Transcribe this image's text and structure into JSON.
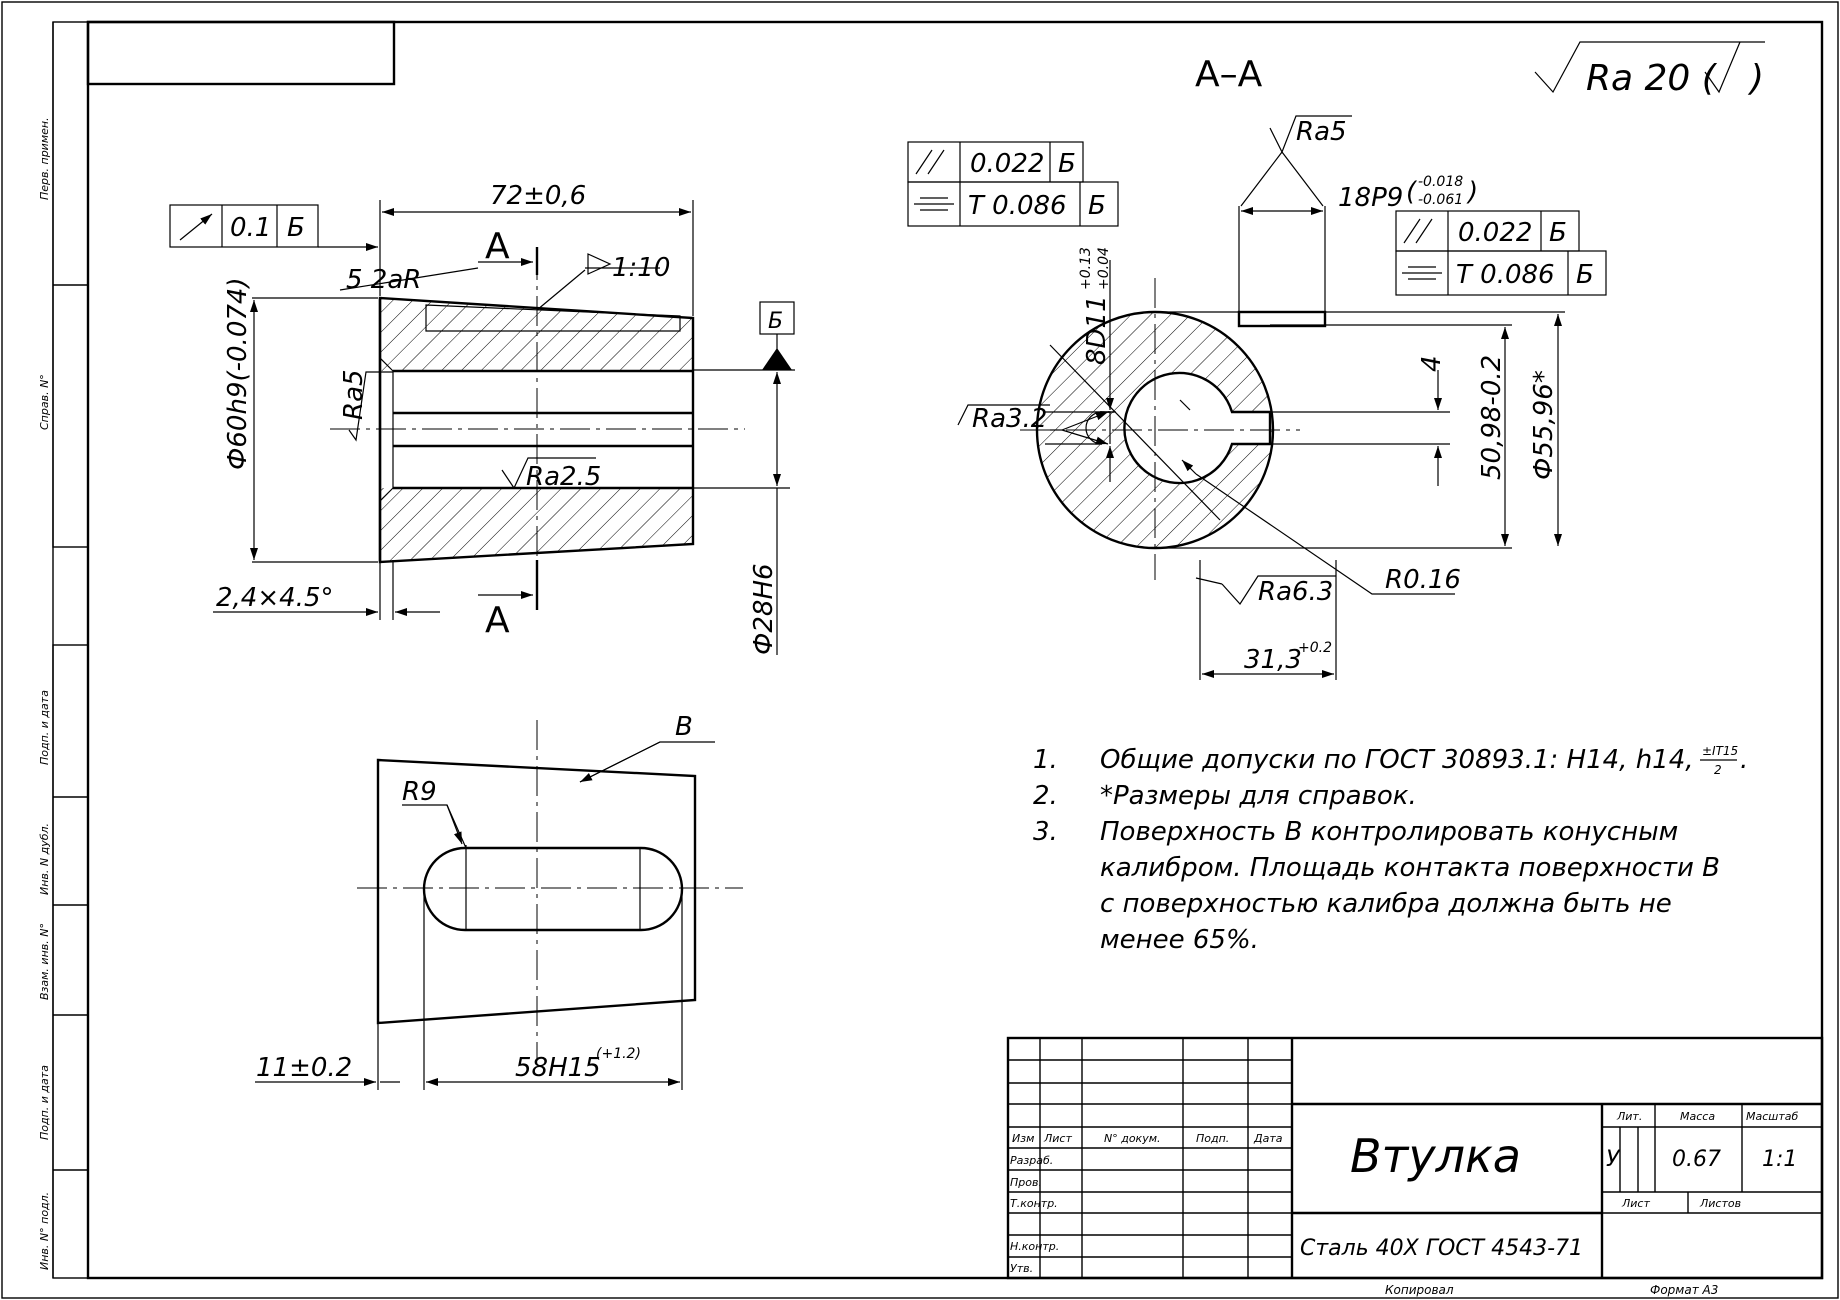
{
  "section": {
    "title": "А–А"
  },
  "roughness": {
    "general": "Ra 20 (",
    "bore_plain": "Ra5",
    "bore_left": "Ra3.2",
    "key_side": "Ra6.3",
    "bore_front": "Ra5",
    "inner_bottom": "Ra2.5"
  },
  "front_view": {
    "length": "72±0,6",
    "chamfer_note": "5 2aR",
    "cut_label": "А",
    "taper": "1:10",
    "datum": "Б",
    "runout_value": "0.1",
    "runout_datum": "Б",
    "outer_diameter": "Ф60h9(-0.074)",
    "bore_diameter": "Ф28Н6",
    "chamfer": "2,4×4.5°"
  },
  "section_view": {
    "fcf1": {
      "value": "0.022",
      "datum": "Б"
    },
    "fcf2": {
      "value": "T 0.086",
      "datum": "Б"
    },
    "fcf3": {
      "value": "0.022",
      "datum": "Б"
    },
    "fcf4": {
      "value": "T 0.086",
      "datum": "Б"
    },
    "keyway_width": "18P9",
    "keyway_tol_top": "-0.018",
    "keyway_tol_bottom": "-0.061",
    "slot_width": "8D11",
    "slot_tol_top": "+0.13",
    "slot_tol_bottom": "+0.04",
    "depth_4": "4",
    "dim_5098": "50,98-0.2",
    "dim_5596": "Ф55,96*",
    "radius": "R0.16",
    "dim_313": "31,3",
    "dim_313_tol": "+0.2"
  },
  "view_b": {
    "surface_label": "В",
    "radius": "R9",
    "dim_left": "11±0.2",
    "dim_slot": "58H15",
    "dim_slot_tol": "(+1.2)"
  },
  "notes": {
    "n1_num": "1.",
    "n1_text": "Общие допуски по ГОСТ 30893.1: H14, h14,",
    "n1_frac_top": "±IT15",
    "n1_frac_bottom": "2",
    "n2_num": "2.",
    "n2_text": "*Размеры для справок.",
    "n3_num": "3.",
    "n3_l1": "Поверхность В контролировать конусным",
    "n3_l2": "калибром. Площадь контакта поверхности В",
    "n3_l3": "с поверхностью калибра должна быть не",
    "n3_l4": "менее 65%."
  },
  "title_block": {
    "name": "Втулка",
    "material": "Сталь 40Х ГОСТ 4543-71",
    "lit_header": "Лит.",
    "mass_header": "Масса",
    "scale_header": "Масштаб",
    "lit_value": "У",
    "mass_value": "0.67",
    "scale_value": "1:1",
    "sheet_label": "Лист",
    "sheets_label": "Листов",
    "col_izm": "Изм",
    "col_list": "Лист",
    "col_doc": "N° докум.",
    "col_sign": "Подп.",
    "col_date": "Дата",
    "row_razrab": "Разраб.",
    "row_prov": "Пров.",
    "row_tkontr": "Т.контр.",
    "row_nkontr": "Н.контр.",
    "row_utv": "Утв.",
    "copied": "Копировал",
    "format": "Формат А3"
  },
  "side_strip": {
    "perv_primen": "Перв. примен.",
    "sprav_no": "Справ. N°",
    "podp_data_1": "Подп. и дата",
    "inv_dubl": "Инв. N дубл.",
    "vzam_inv": "Взам. инв. N°",
    "podp_data_2": "Подп. и дата",
    "inv_podl": "Инв. N° подл."
  }
}
